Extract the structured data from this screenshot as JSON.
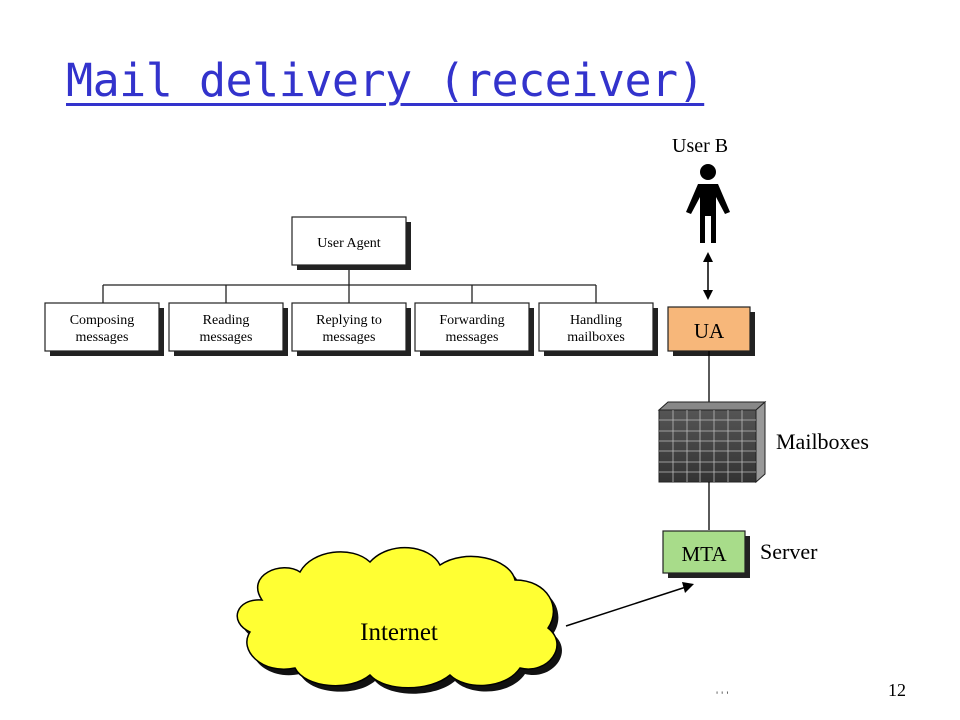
{
  "slide": {
    "title": "Mail delivery (receiver)",
    "page_number": "12",
    "footer_fragment": "' '                           '"
  },
  "user_agent_tree": {
    "root": "User Agent",
    "children": [
      {
        "line1": "Composing",
        "line2": "messages"
      },
      {
        "line1": "Reading",
        "line2": "messages"
      },
      {
        "line1": "Replying to",
        "line2": "messages"
      },
      {
        "line1": "Forwarding",
        "line2": "messages"
      },
      {
        "line1": "Handling",
        "line2": "mailboxes"
      }
    ]
  },
  "receiver_stack": {
    "user_label": "User B",
    "ua_label": "UA",
    "mailboxes_label": "Mailboxes",
    "mta_label": "MTA",
    "server_label": "Server",
    "internet_label": "Internet"
  },
  "colors": {
    "title": "#3333cc",
    "ua_fill": "#f7b77a",
    "mta_fill": "#a8dc8a",
    "internet_fill": "#ffff33",
    "box_shadow": "#222222"
  }
}
